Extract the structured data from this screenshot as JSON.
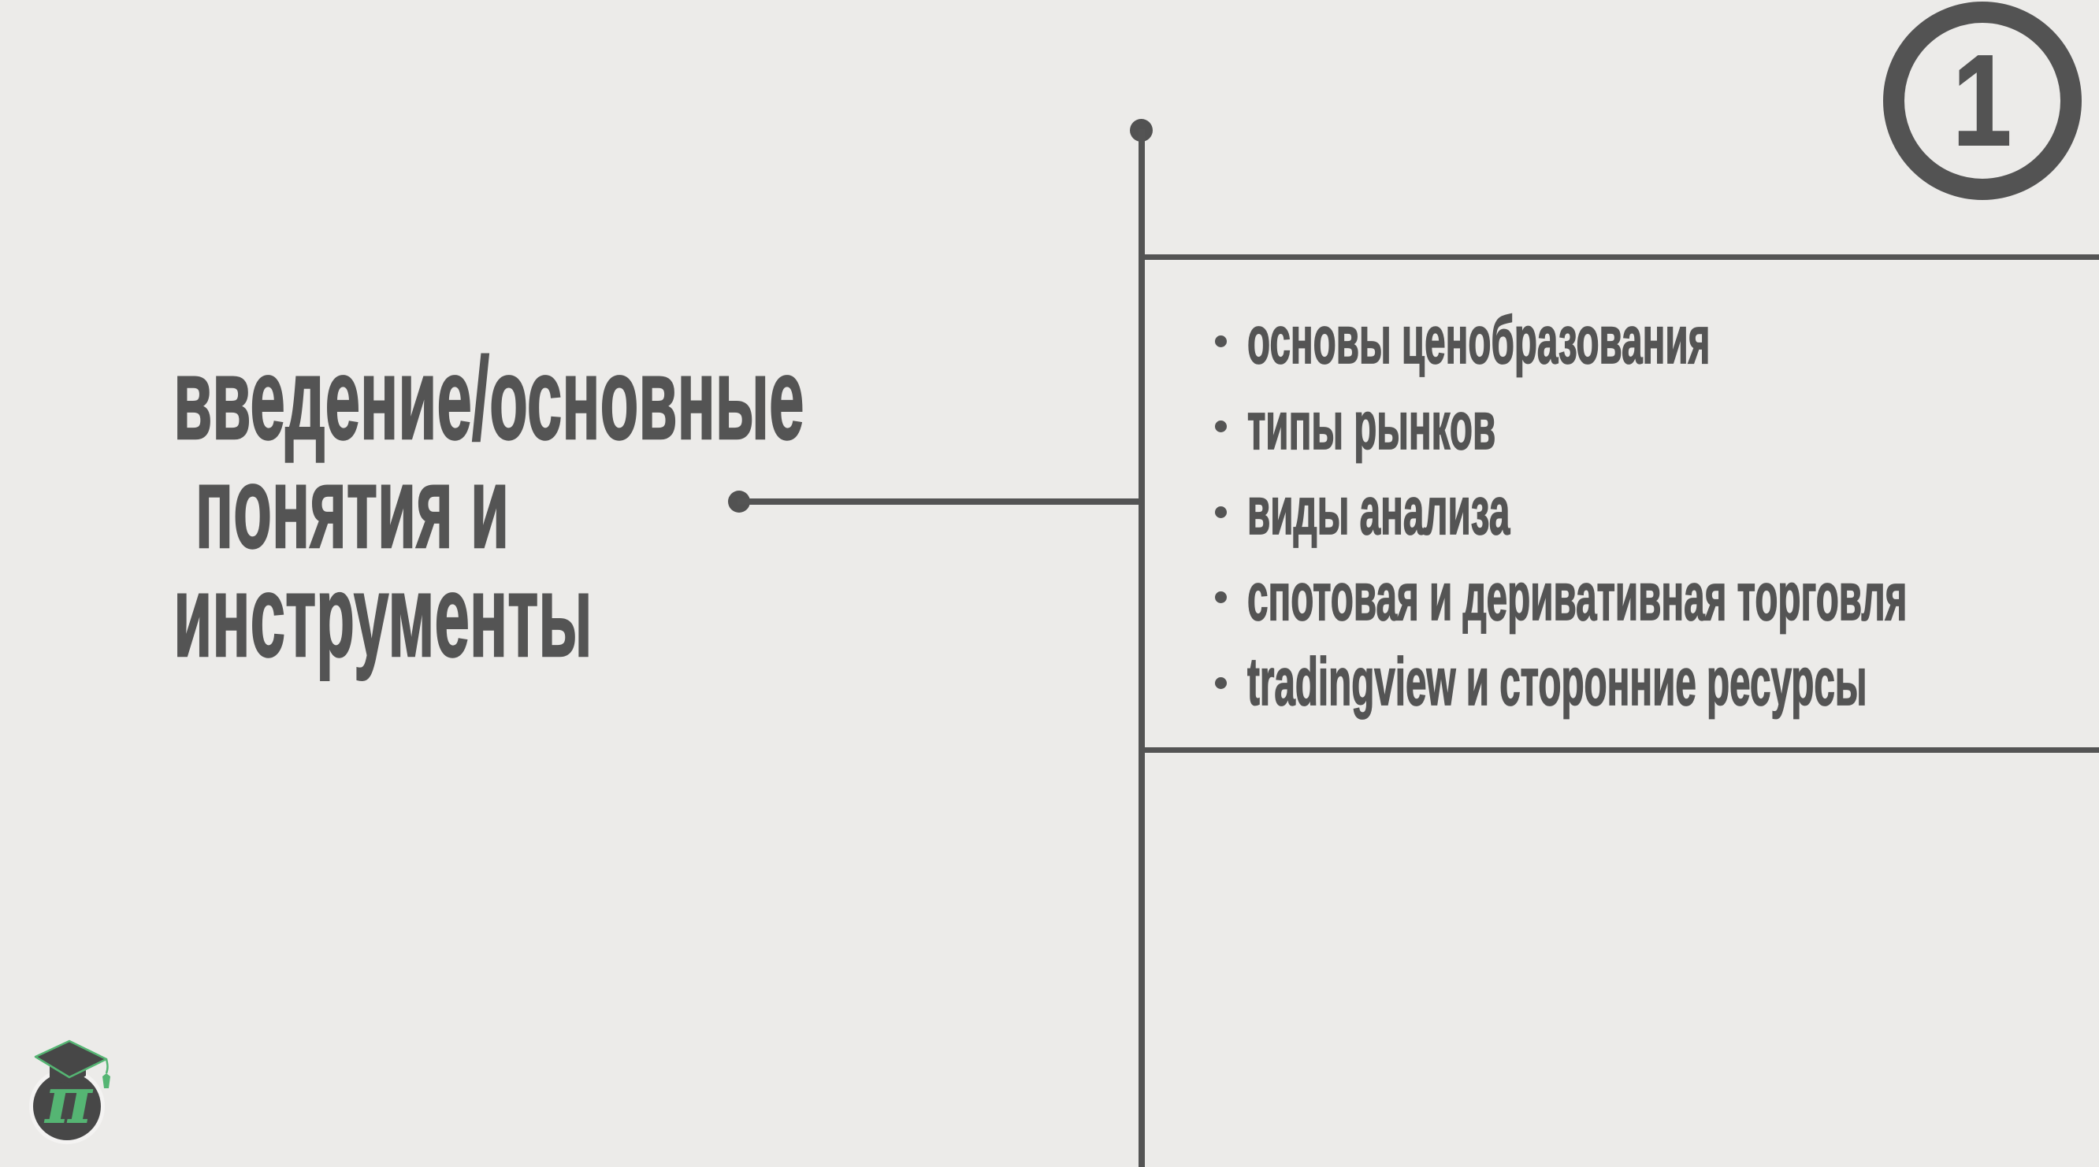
{
  "badge": {
    "number": "1"
  },
  "title": {
    "lines": [
      "введение/основные",
      "понятия и",
      "инструменты"
    ]
  },
  "topics": {
    "items": [
      "основы ценобразования",
      "типы рынков",
      "виды анализа",
      "спотовая и деривативная торговля",
      "tradingview и сторонние ресурсы"
    ]
  },
  "logo": {
    "symbol": "π"
  },
  "colors": {
    "background": "#ecebe9",
    "foreground": "#545454",
    "green": "#55b573",
    "logo_circle": "#474747",
    "logo_ring": "#f4f3f2"
  }
}
